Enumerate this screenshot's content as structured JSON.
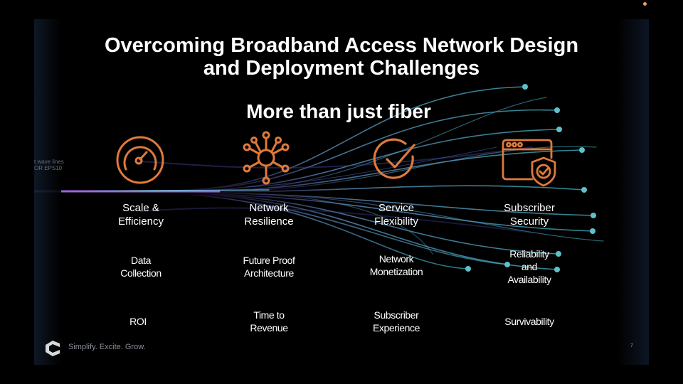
{
  "slide": {
    "title_line1": "Overcoming Broadband Access Network Design",
    "title_line2": "and Deployment Challenges",
    "subtitle": "More than just fiber",
    "faded_text_line1": "t wave lines",
    "faded_text_line2": "OR EPS10",
    "page_number": "7"
  },
  "columns": [
    {
      "icon": "speedometer-icon",
      "heading_line1": "Scale &",
      "heading_line2": "Efficiency",
      "item1_line1": "Data",
      "item1_line2": "Collection",
      "item2": "ROI"
    },
    {
      "icon": "network-hub-icon",
      "heading_line1": "Network",
      "heading_line2": "Resilience",
      "item1_line1": "Future Proof",
      "item1_line2": "Architecture",
      "item2_line1": "Time to",
      "item2_line2": "Revenue"
    },
    {
      "icon": "checkmark-circle-icon",
      "heading_line1": "Service",
      "heading_line2": "Flexibility",
      "item1_line1": "Network",
      "item1_line2": "Monetization",
      "item2_line1": "Subscriber",
      "item2_line2": "Experience"
    },
    {
      "icon": "browser-shield-icon",
      "heading_line1": "Subscriber",
      "heading_line2": "Security",
      "item1_line1": "Reliability",
      "item1_line2": "and",
      "item1_line3": "Availability",
      "item2": "Survivability"
    }
  ],
  "footer": {
    "tagline": "Simplify. Excite. Grow."
  },
  "colors": {
    "icon_orange": "#e07a3a",
    "accent_dot": "#e8a060",
    "line_teal": "#4fb4c8",
    "line_purple": "#8a4fd0"
  }
}
